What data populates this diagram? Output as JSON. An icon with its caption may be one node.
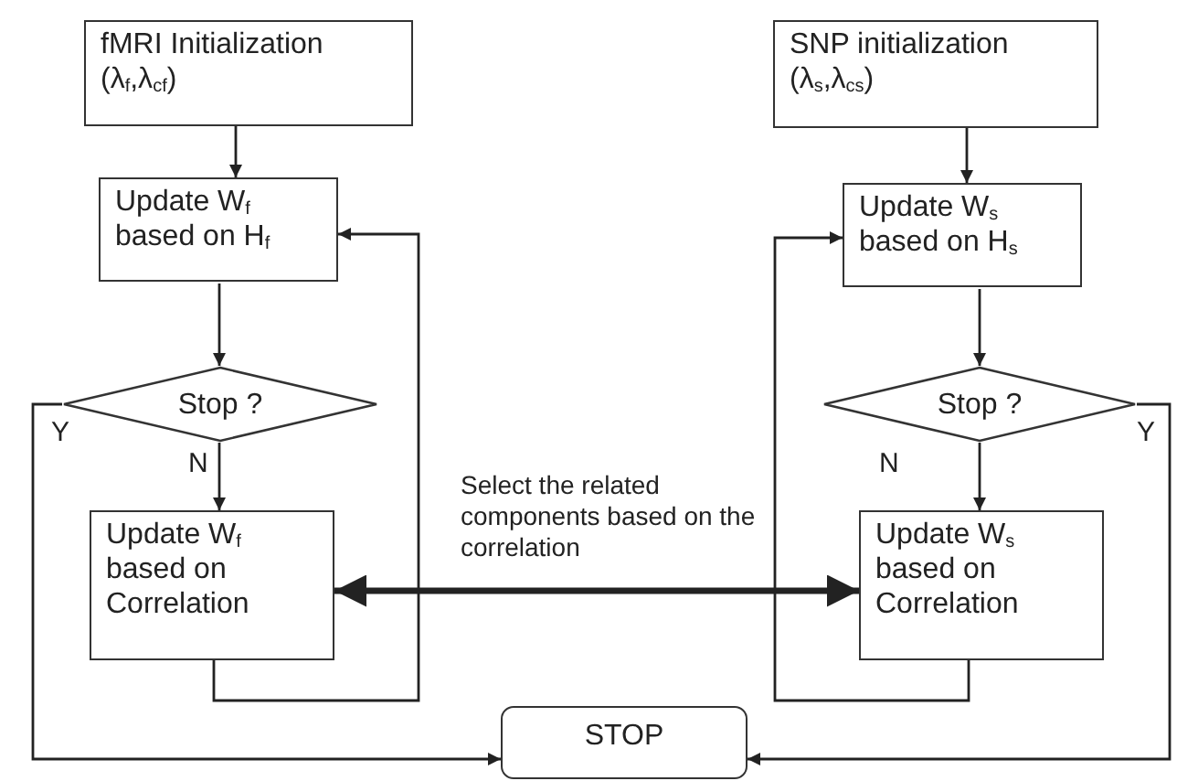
{
  "diagram": {
    "nodes": [
      {
        "text": [
          "fMRI Initialization",
          "(λ$_{f}$,λ$_{cf}$)"
        ]
      },
      {
        "text": [
          "Update W$_{f}$ based on H$_{f}$"
        ]
      },
      {
        "text": [
          "Stop ?"
        ]
      },
      {
        "text": [
          "Update W$_{f}$ based on Correlation"
        ]
      },
      {
        "text": [
          "SNP initialization",
          "(λ$_{s}$,λ$_{cs}$)"
        ]
      },
      {
        "text": [
          "Update W$_{s}$ based on H$_{s}$"
        ]
      },
      {
        "text": [
          "Stop ?"
        ]
      },
      {
        "text": [
          "Update W$_{s}$ based on Correlation"
        ]
      },
      {
        "text": [
          "STOP"
        ]
      }
    ],
    "edges": [
      {
        "from": 0,
        "to": 1,
        "arrow": "to"
      },
      {
        "from": 1,
        "to": 2,
        "arrow": "to"
      },
      {
        "from": 2,
        "to": 3,
        "arrow": "to",
        "label": "N"
      },
      {
        "from": 2,
        "to": 8,
        "arrow": "to",
        "label": "Y"
      },
      {
        "from": 3,
        "to": 1,
        "arrow": "to"
      },
      {
        "from": 4,
        "to": 5,
        "arrow": "to"
      },
      {
        "from": 5,
        "to": 6,
        "arrow": "to"
      },
      {
        "from": 6,
        "to": 7,
        "arrow": "to",
        "label": "N"
      },
      {
        "from": 6,
        "to": 8,
        "arrow": "to",
        "label": "Y"
      },
      {
        "from": 7,
        "to": 5,
        "arrow": "to"
      },
      {
        "from": 3,
        "to": 7,
        "arrow": "both",
        "style": "thick",
        "label": "Select the related components based on the correlation"
      }
    ]
  }
}
